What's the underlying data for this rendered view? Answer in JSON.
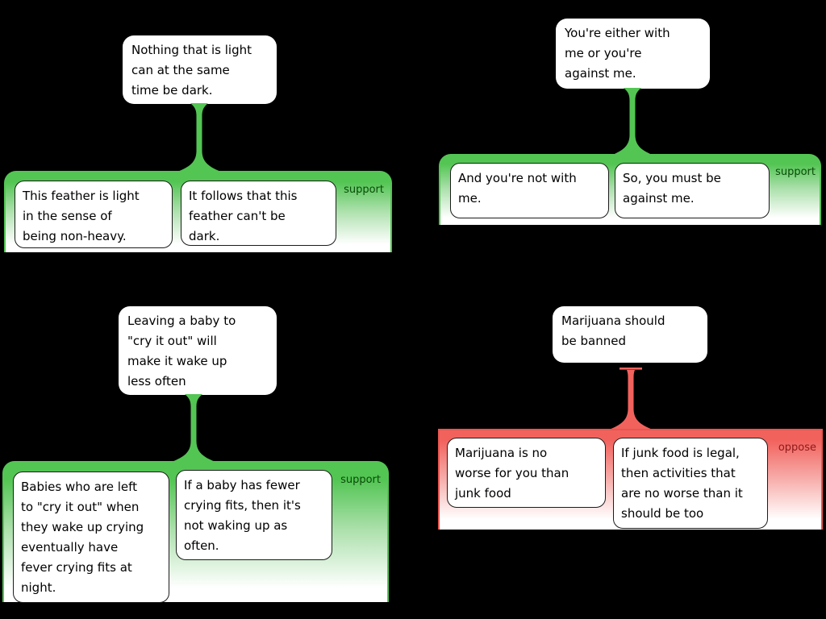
{
  "colors": {
    "background": "#000000",
    "support_green": "#53C553",
    "oppose_red": "#F2625D",
    "support_label_color": "#0A4A0A",
    "oppose_label_color": "#8B1A1A"
  },
  "maps": [
    {
      "name": "feather-argument",
      "relation": "support",
      "relation_label": "support",
      "claim": "Nothing that is light\ncan at the same\ntime be dark.",
      "premises": [
        "This feather is light\nin the sense of\nbeing non-heavy.",
        "It follows that this\nfeather can't be\ndark."
      ]
    },
    {
      "name": "with-or-against-argument",
      "relation": "support",
      "relation_label": "support",
      "claim": "You're either with\nme or you're\nagainst me.",
      "premises": [
        "And you're not with\nme.",
        "So, you must be\nagainst me."
      ]
    },
    {
      "name": "cry-it-out-argument",
      "relation": "support",
      "relation_label": "support",
      "claim": "Leaving a baby to\n\"cry it out\" will\nmake it wake up\nless often",
      "premises": [
        "Babies who are left\nto \"cry it out\" when\nthey wake up crying\neventually have\nfever crying fits at\nnight.",
        "If a baby has fewer\ncrying fits, then it's\nnot waking up as\noften."
      ]
    },
    {
      "name": "marijuana-argument",
      "relation": "oppose",
      "relation_label": "oppose",
      "claim": "Marijuana should\nbe banned",
      "premises": [
        "Marijuana is no\nworse for you than\njunk food",
        "If junk food is legal,\nthen activities that\nare no worse than it\nshould be too"
      ]
    }
  ]
}
